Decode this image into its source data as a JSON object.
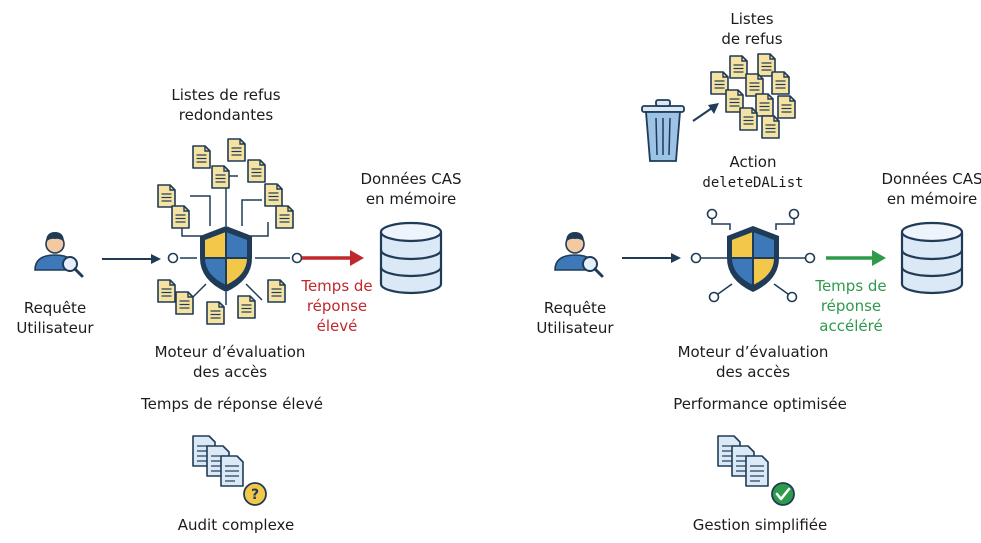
{
  "left": {
    "user_label_1": "Requête",
    "user_label_2": "Utilisateur",
    "lists_label_1": "Listes de refus",
    "lists_label_2": "redondantes",
    "data_label_1": "Données CAS",
    "data_label_2": "en mémoire",
    "response_label_1": "Temps de",
    "response_label_2": "réponse",
    "response_label_3": "élevé",
    "engine_label_1": "Moteur d’évaluation",
    "engine_label_2": "des accès",
    "status_label": "Temps de réponse élevé",
    "audit_label": "Audit complexe"
  },
  "right": {
    "user_label_1": "Requête",
    "user_label_2": "Utilisateur",
    "lists_label_1": "Listes",
    "lists_label_2": "de refus",
    "action_label": "Action",
    "action_code": "deleteDAList",
    "data_label_1": "Données CAS",
    "data_label_2": "en mémoire",
    "response_label_1": "Temps de",
    "response_label_2": "réponse",
    "response_label_3": "accéléré",
    "engine_label_1": "Moteur d’évaluation",
    "engine_label_2": "des accès",
    "status_label": "Performance optimisée",
    "management_label": "Gestion simplifiée"
  },
  "colors": {
    "navy": "#1f3b57",
    "shield_blue": "#3d78b8",
    "shield_yellow": "#f2c84b",
    "doc_yellow": "#f6e3a1",
    "db_blue": "#dbe8f5",
    "arrow_red": "#c0282d",
    "arrow_green": "#2e9a4c",
    "check_green": "#2e9a4c"
  },
  "icons": {
    "user": "user-search-icon",
    "shield": "shield-icon",
    "database": "database-icon",
    "document": "document-icon",
    "trash": "trash-icon",
    "question": "question-icon",
    "check": "check-icon"
  }
}
